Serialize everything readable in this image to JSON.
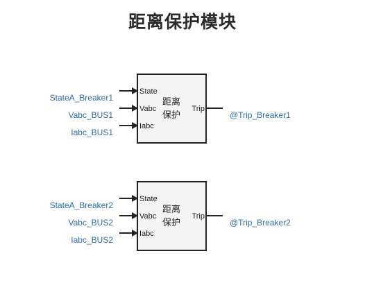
{
  "title": "距离保护模块",
  "colors": {
    "signal_label": "#2a6db0",
    "line": "#222222",
    "block_fill": "#f4f4f4"
  },
  "blocks": [
    {
      "name_line1": "距离",
      "name_line2": "保护",
      "inputs": [
        {
          "port": "State",
          "signal": "StateA_Breaker1"
        },
        {
          "port": "Vabc",
          "signal": "Vabc_BUS1"
        },
        {
          "port": "Iabc",
          "signal": "Iabc_BUS1"
        }
      ],
      "output": {
        "port": "Trip",
        "signal": "@Trip_Breaker1"
      }
    },
    {
      "name_line1": "距离",
      "name_line2": "保护",
      "inputs": [
        {
          "port": "State",
          "signal": "StateA_Breaker2"
        },
        {
          "port": "Vabc",
          "signal": "Vabc_BUS2"
        },
        {
          "port": "Iabc",
          "signal": "Iabc_BUS2"
        }
      ],
      "output": {
        "port": "Trip",
        "signal": "@Trip_Breaker2"
      }
    }
  ]
}
